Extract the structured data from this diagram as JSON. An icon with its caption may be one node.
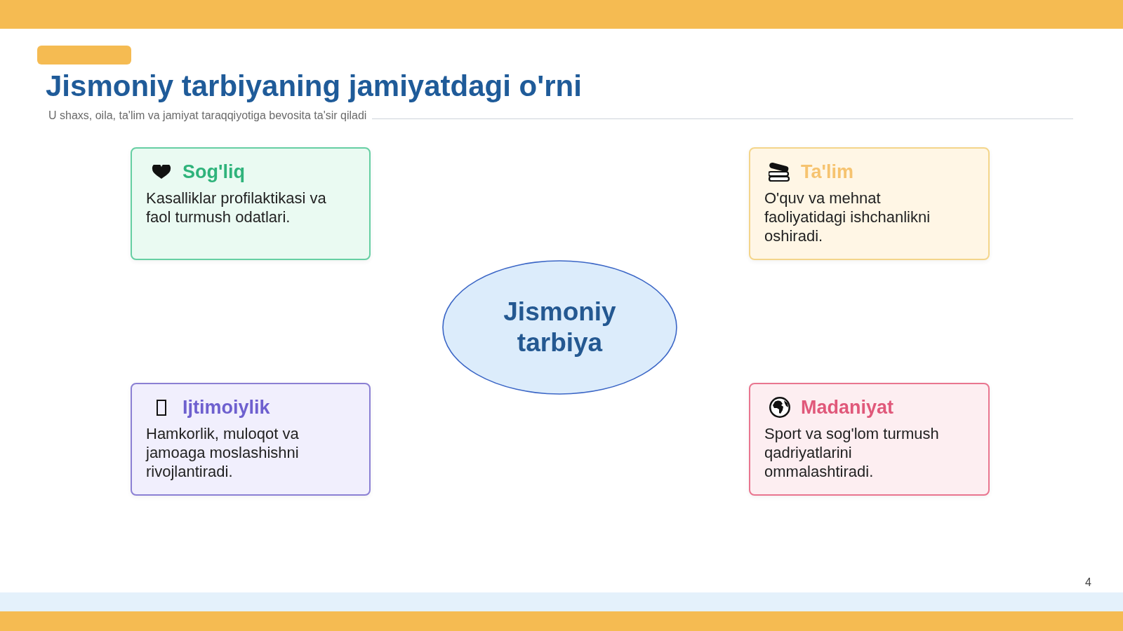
{
  "diagram": {
    "title": "Jismoniy tarbiyaning jamiyatdagi o'rni",
    "nodes": [
      {
        "text": [
          "Sog'liq",
          "Kasalliklar profilaktikasi va faol turmush odatlari."
        ]
      },
      {
        "text": [
          "Ta'lim",
          "O'quv va mehnat faoliyatidagi ishchanlikni oshiradi."
        ]
      },
      {
        "text": [
          "Jismoniy tarbiya"
        ]
      },
      {
        "text": [
          "Ijtimoiylik",
          "Hamkorlik, muloqot va jamoaga moslashishni rivojlantiradi."
        ]
      },
      {
        "text": [
          "Madaniyat",
          "Sport va sog'lom turmush qadriyatlarini ommalashtiradi."
        ]
      }
    ],
    "labels": [
      "U shaxs, oila, ta'lim va jamiyat taraqqiyotiga bevosita ta'sir qiladi",
      "4"
    ]
  }
}
